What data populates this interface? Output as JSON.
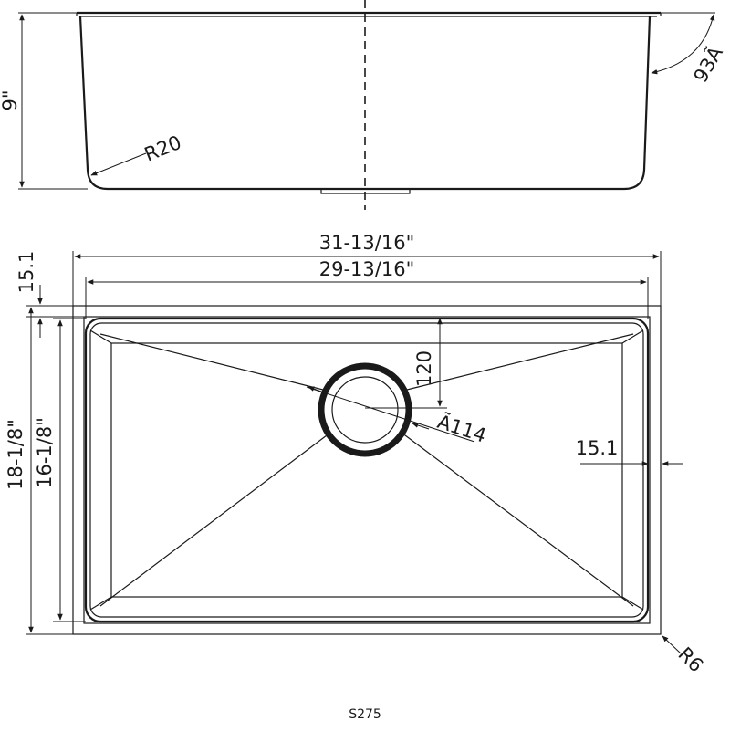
{
  "side_view": {
    "depth_label": "9\"",
    "radius_label": "R20",
    "angle_label": "93Ã"
  },
  "top_view": {
    "outer_width_label": "31-13/16\"",
    "inner_width_label": "29-13/16\"",
    "flange_top_label": "15.1",
    "outer_depth_label": "18-1/8\"",
    "inner_depth_label": "16-1/8\"",
    "drain_offset_label": "120",
    "drain_diameter_label": "Ã114",
    "flange_right_label": "15.1",
    "corner_radius_label": "R6"
  },
  "model": "S275"
}
